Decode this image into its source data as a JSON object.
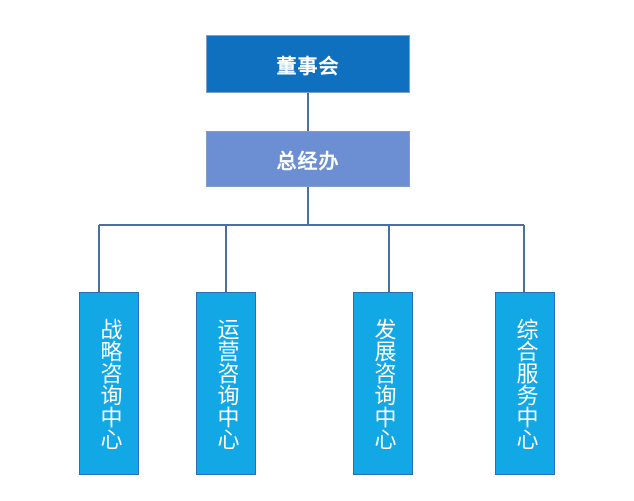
{
  "org_chart": {
    "root": {
      "label": "董事会"
    },
    "executive": {
      "label": "总经办"
    },
    "centers": [
      {
        "label": "战略咨询中心"
      },
      {
        "label": "运营咨询中心"
      },
      {
        "label": "发展咨询中心"
      },
      {
        "label": "综合服务中心"
      }
    ]
  },
  "colors": {
    "root_fill": "#1070c0",
    "executive_fill": "#6b8fd2",
    "center_fill": "#12a8e6",
    "connector": "#4a6fa5"
  }
}
